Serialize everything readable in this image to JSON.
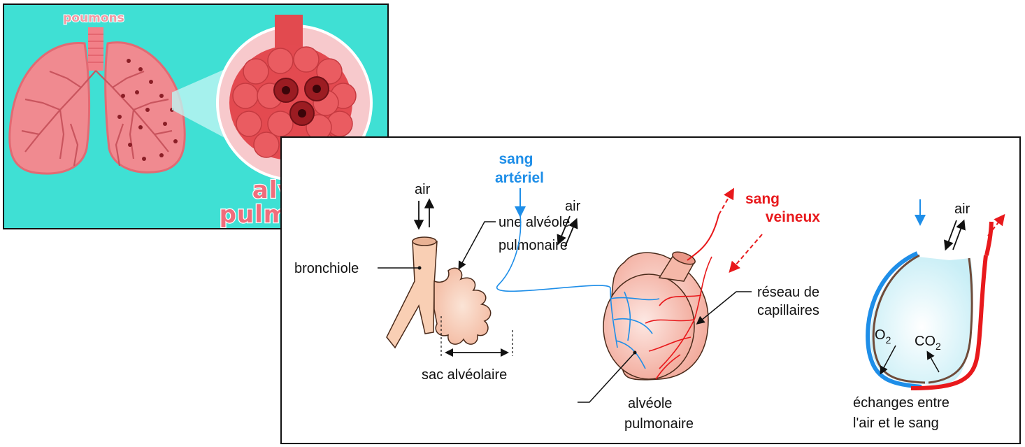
{
  "top_panel": {
    "title_lungs": "poumons",
    "title_alveoli_line1": "alvéoles",
    "title_alveoli_line2": "pulmonaires"
  },
  "bottom_panel": {
    "air_1": "air",
    "bronchiole": "bronchiole",
    "une_alveole": "une alvéole",
    "pulmonaire_1": "pulmonaire",
    "sac_alveolaire": "sac alvéolaire",
    "sang_arteriel_1": "sang",
    "sang_arteriel_2": "artériel",
    "air_2": "air",
    "sang_veineux_1": "sang",
    "sang_veineux_2": "veineux",
    "reseau_1": "réseau de",
    "reseau_2": "capillaires",
    "alveole_pulm_1": "alvéole",
    "alveole_pulm_2": "pulmonaire",
    "air_3": "air",
    "o2": "O",
    "o2_sub": "2",
    "co2": "CO",
    "co2_sub": "2",
    "echanges_1": "échanges entre",
    "echanges_2": "l'air et le sang"
  },
  "colors": {
    "background_top": "#3fe0d4",
    "lung_pink": "#f08a90",
    "alveolus_red": "#d93c3c",
    "artery_blue": "#1e8ee8",
    "vein_red": "#e8191c"
  }
}
